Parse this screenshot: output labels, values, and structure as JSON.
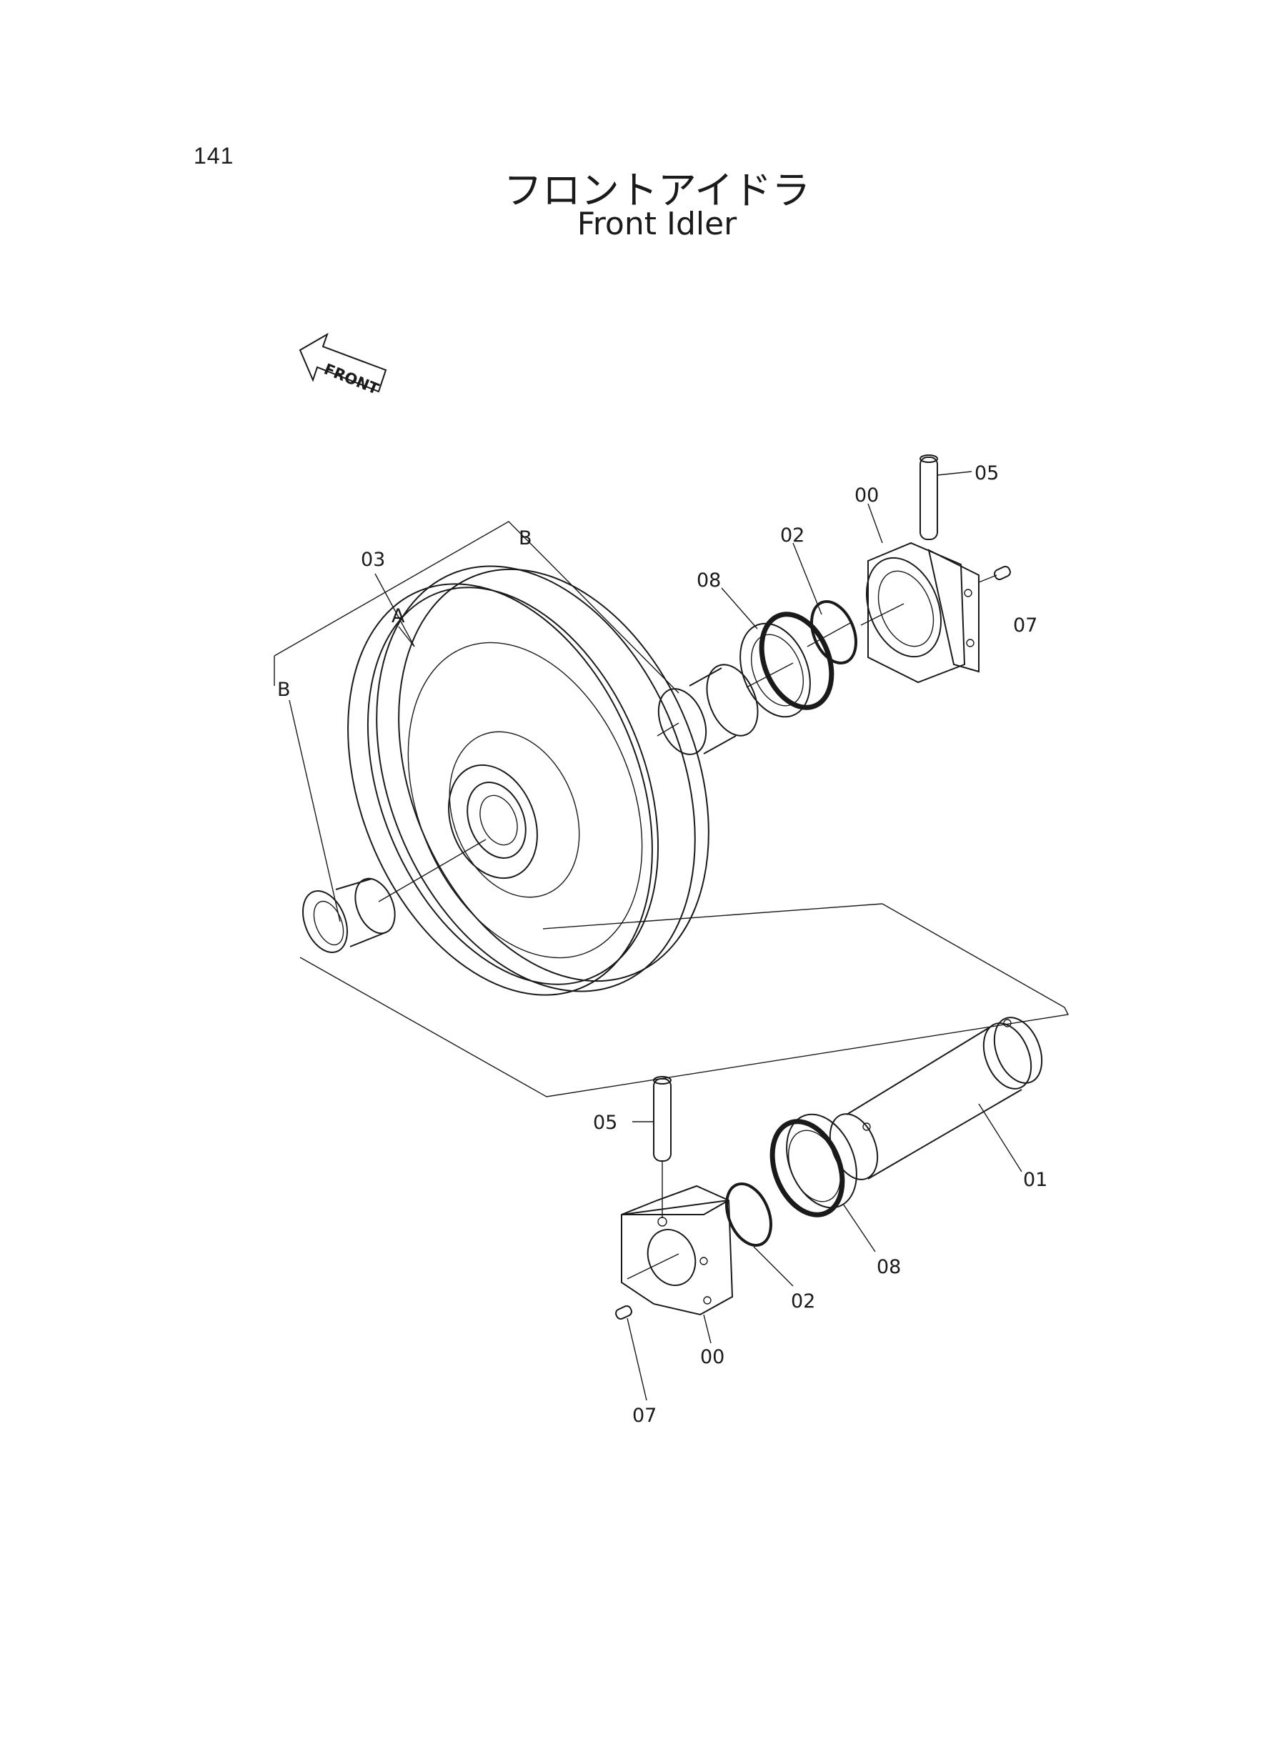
{
  "page": {
    "number": "141"
  },
  "title": {
    "japanese": "フロントアイドラ",
    "english": "Front Idler"
  },
  "front_arrow": {
    "label": "FRONT"
  },
  "callouts": {
    "idler_top_label": "03",
    "idler_a_label": "A",
    "bracket_b_top": "B",
    "bracket_b_left": "B",
    "seal_upper": "08",
    "oring_upper": "02",
    "support_upper": "00",
    "pin_upper": "05",
    "plug_upper": "07",
    "shaft": "01",
    "pin_lower": "05",
    "seal_lower": "08",
    "oring_lower": "02",
    "support_lower": "00",
    "plug_lower": "07"
  }
}
